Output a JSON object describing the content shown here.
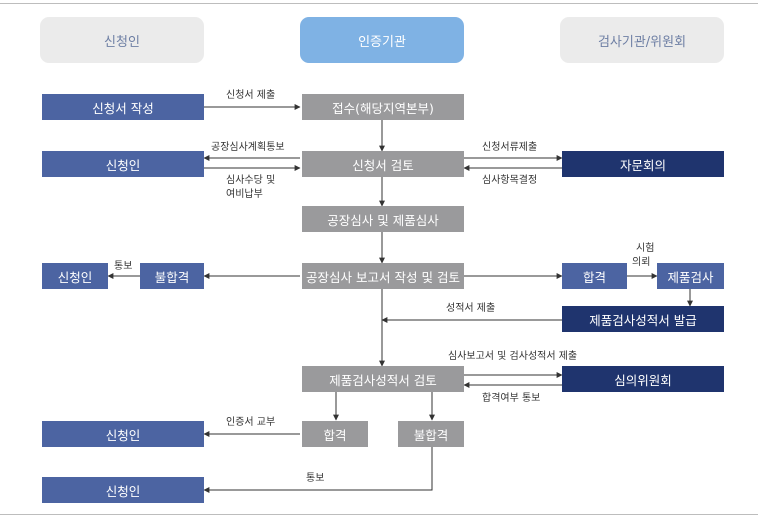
{
  "headers": {
    "left": "신청인",
    "center": "인증기관",
    "right": "검사기관/위원회"
  },
  "boxes": {
    "write_application": "신청서 작성",
    "receipt": "접수(해당지역본부)",
    "applicant_1": "신청인",
    "review": "신청서 검토",
    "advisory": "자문회의",
    "factory_audit": "공장심사 및 제품심사",
    "applicant_2": "신청인",
    "fail_1": "불합격",
    "audit_report": "공장심사 보고서 작성 및 검토",
    "pass_1": "합격",
    "product_test": "제품검사",
    "test_report_issue": "제품검사성적서 발급",
    "test_report_review": "제품검사성적서 검토",
    "committee": "심의위원회",
    "applicant_3": "신청인",
    "pass_2": "합격",
    "fail_2": "불합격",
    "applicant_4": "신청인"
  },
  "labels": {
    "submit_application": "신청서 제출",
    "factory_plan_notice": "공장심사계획통보",
    "fee_payment_1": "심사수당 및",
    "fee_payment_2": "여비납부",
    "submit_docs": "신청서류제출",
    "decide_items": "심사항목결정",
    "notice_1": "통보",
    "test_request_1": "시험",
    "test_request_2": "의뢰",
    "submit_report": "성적서 제출",
    "submit_audit_and_test": "심사보고서 및 검사성적서 제출",
    "pass_notice": "합격여부 통보",
    "issue_certificate": "인증서 교부",
    "notice_2": "통보"
  },
  "colors": {
    "applicant_box": "#4c64a2",
    "process_box": "#9a9a9c",
    "committee_box": "#1f346e",
    "center_header": "#7fb2e4",
    "side_header": "#ebebeb"
  }
}
